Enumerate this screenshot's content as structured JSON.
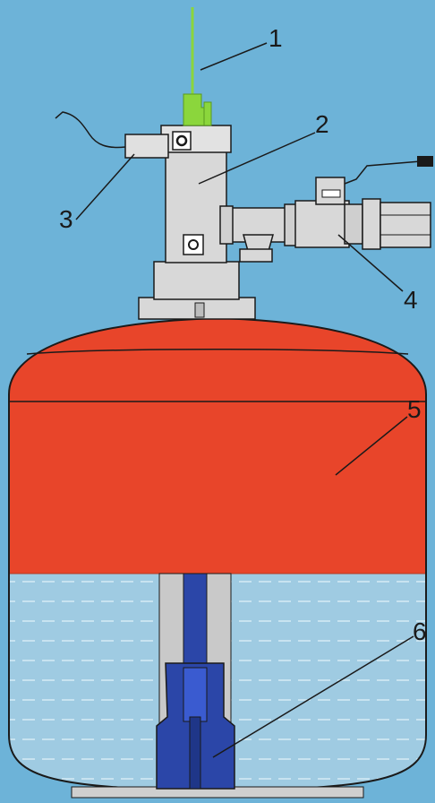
{
  "colors": {
    "background": "#6db3d8",
    "tank_red": "#e8452a",
    "liquid": "#9fcbe2",
    "metal": "#d8d8d8",
    "siphon": "#2b46a8",
    "wire": "#8bd63c"
  },
  "callouts": [
    {
      "id": "1",
      "label": "1",
      "part": "wire-icon"
    },
    {
      "id": "2",
      "label": "2",
      "part": "valve-body-icon"
    },
    {
      "id": "3",
      "label": "3",
      "part": "solenoid-icon"
    },
    {
      "id": "4",
      "label": "4",
      "part": "outlet-valve-icon"
    },
    {
      "id": "5",
      "label": "5",
      "part": "tank-icon"
    },
    {
      "id": "6",
      "label": "6",
      "part": "siphon-tube-icon"
    }
  ]
}
